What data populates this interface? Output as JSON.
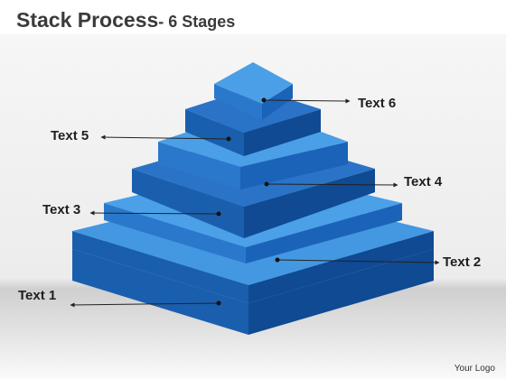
{
  "title": {
    "main": "Stack Process",
    "sub": "- 6 Stages"
  },
  "labels": [
    "Text 1",
    "Text 2",
    "Text 3",
    "Text 4",
    "Text 5",
    "Text 6"
  ],
  "logo_text": "Your Logo",
  "colors": {
    "top_face": "#4498e2",
    "left_face": "#1a5fae",
    "right_face": "#0f4a93",
    "arrow": "#222222",
    "title": "#3b3b3b"
  }
}
